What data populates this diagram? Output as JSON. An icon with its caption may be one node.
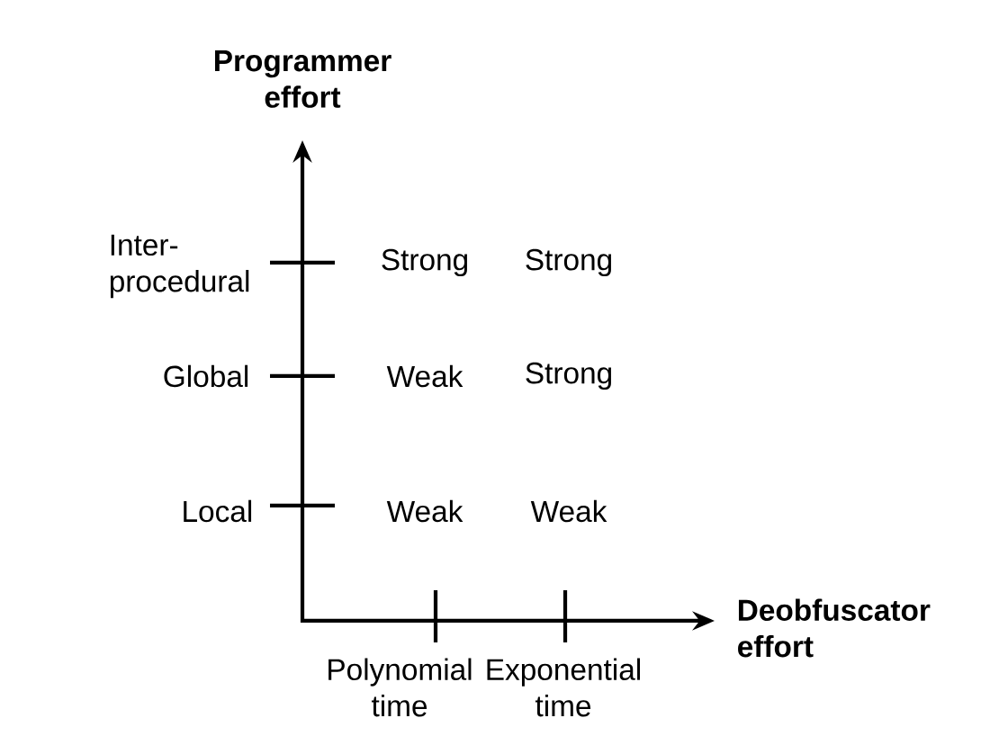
{
  "diagram": {
    "labels": [
      "Programmer effort",
      "Inter- procedural",
      "Strong",
      "Strong",
      "Global",
      "Weak",
      "Strong",
      "Local",
      "Weak",
      "Weak",
      "Deobfuscator effort",
      "Polynomial time",
      "Exponential time"
    ]
  }
}
